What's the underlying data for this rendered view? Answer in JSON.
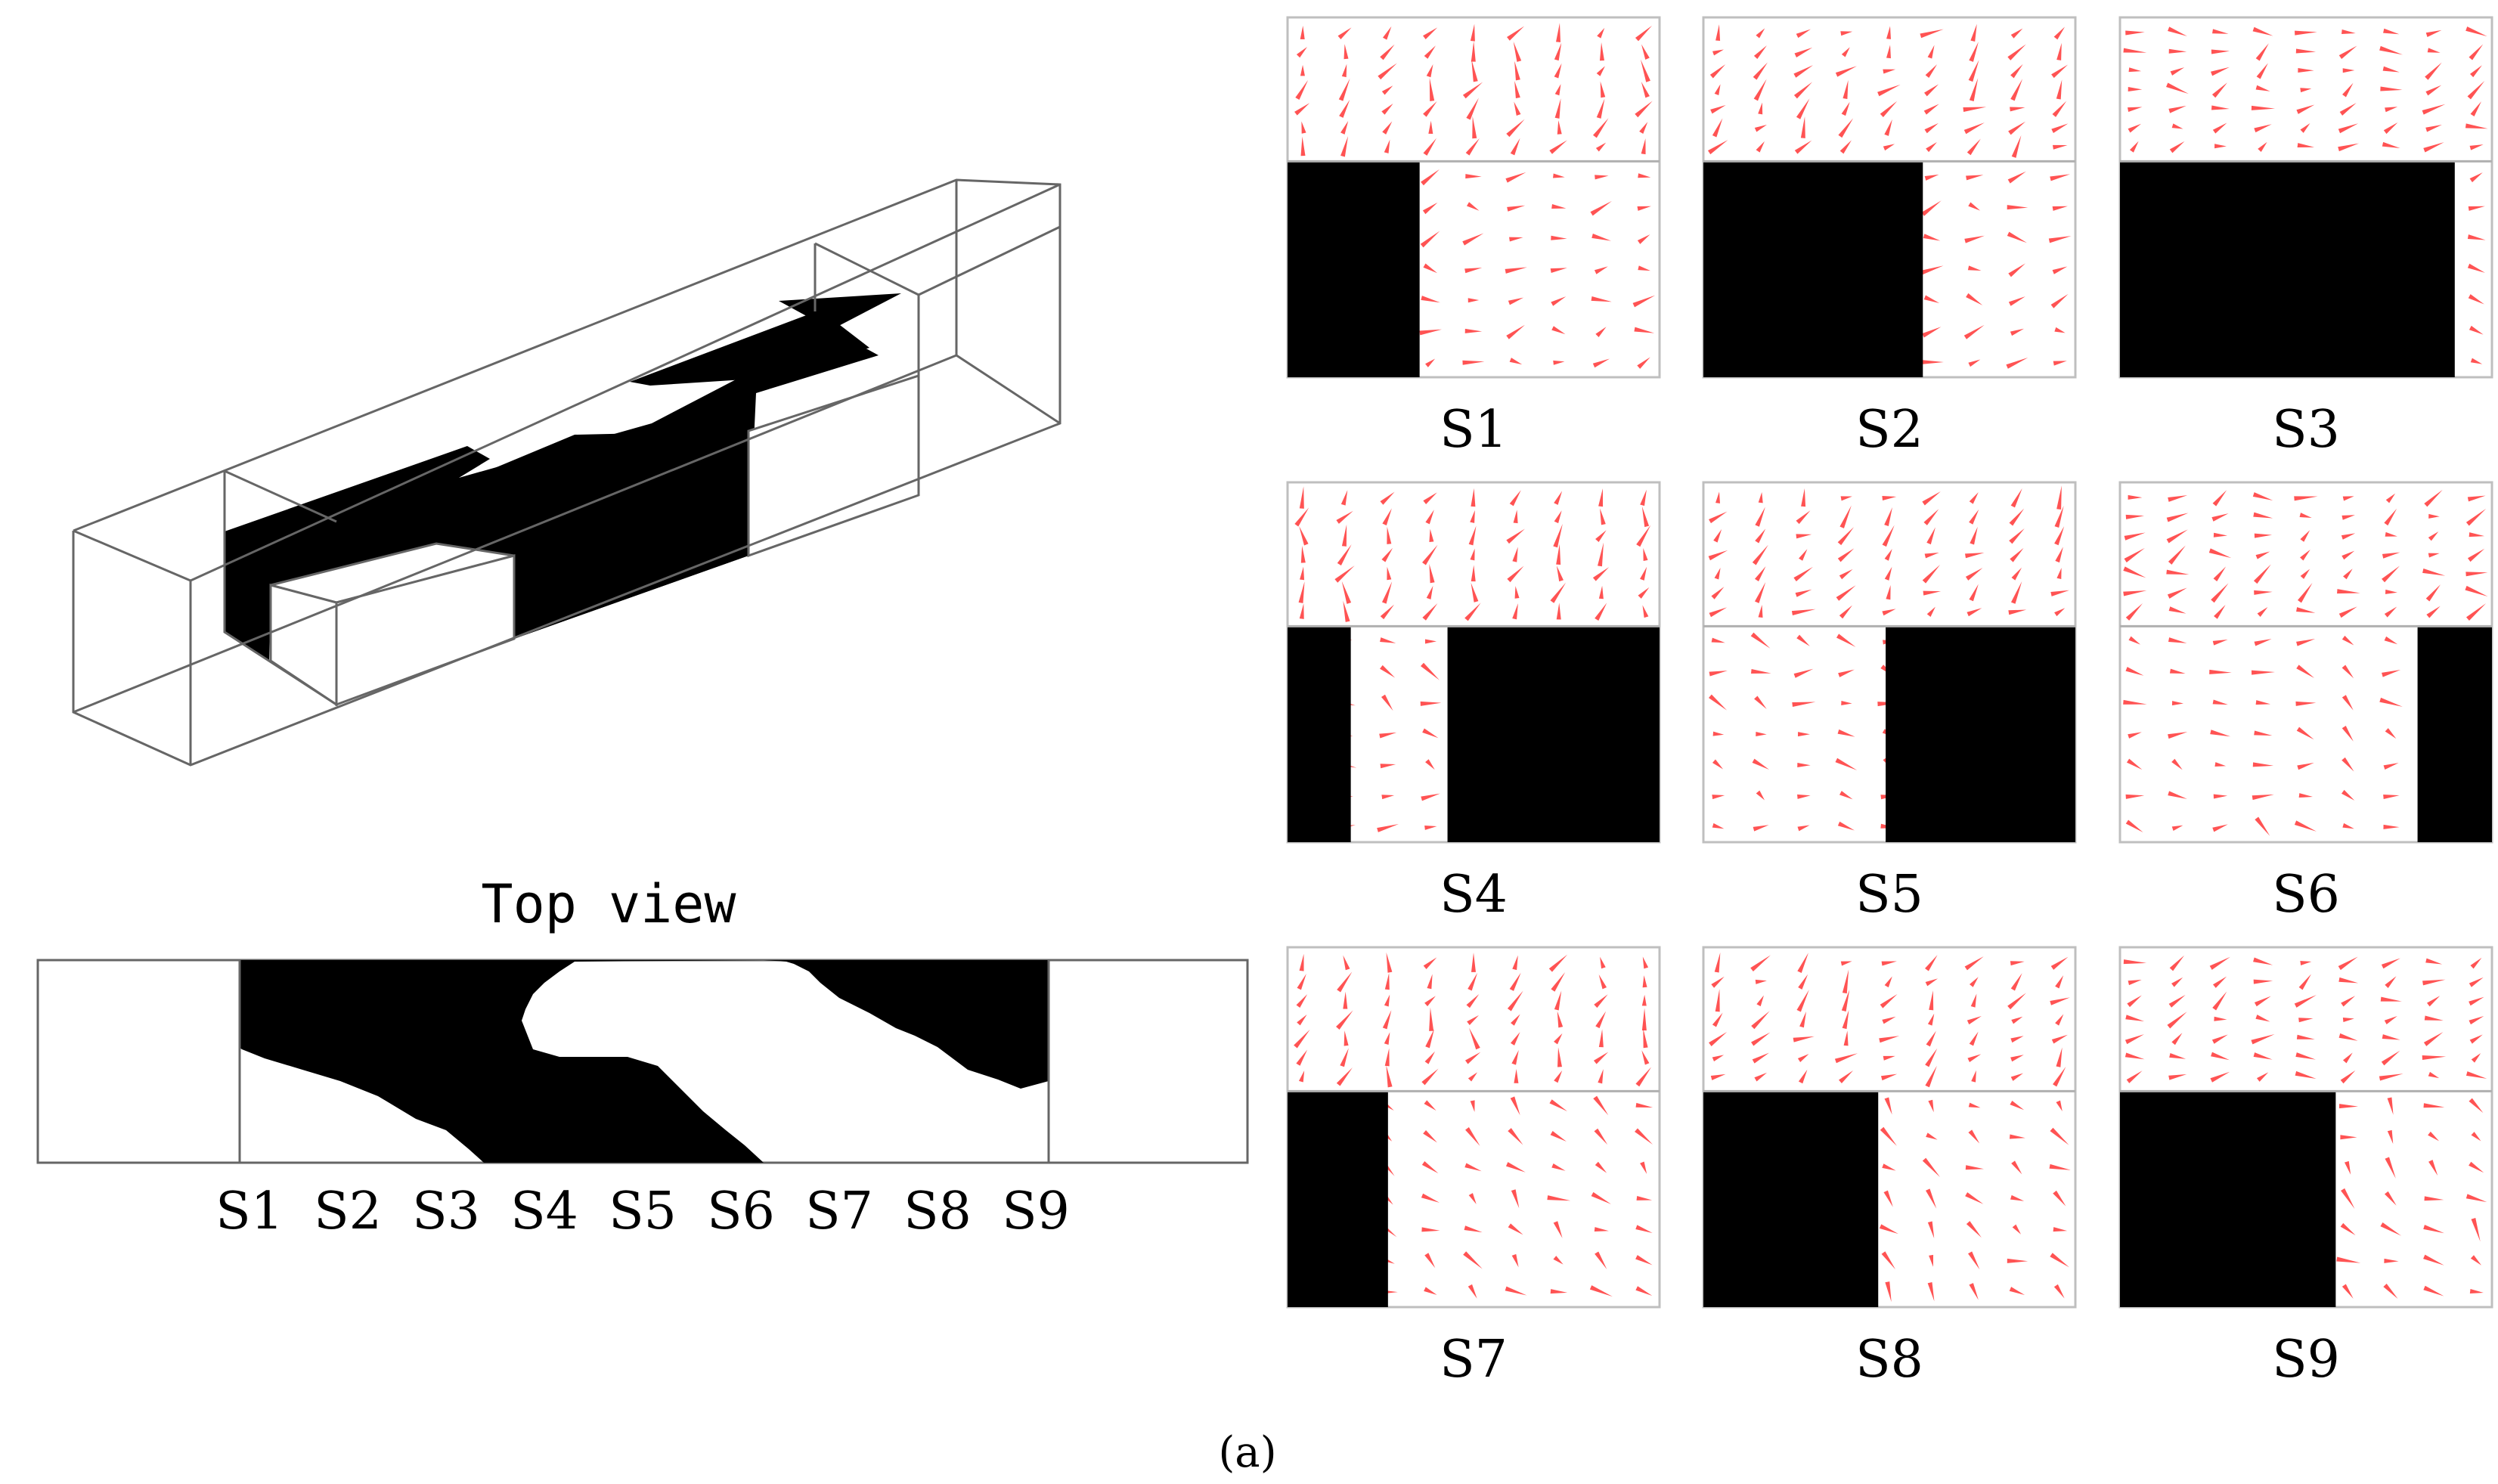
{
  "figure": {
    "top_view_title": "Top view",
    "stations": [
      "S1",
      "S2",
      "S3",
      "S4",
      "S5",
      "S6",
      "S7",
      "S8",
      "S9"
    ],
    "panel_caption": "(a)"
  },
  "sections": [
    {
      "label": "S1",
      "solid": [
        [
          0,
          0.355
        ]
      ]
    },
    {
      "label": "S2",
      "solid": [
        [
          0,
          0.59
        ]
      ]
    },
    {
      "label": "S3",
      "solid": [
        [
          0,
          0.9
        ]
      ]
    },
    {
      "label": "S4",
      "solid": [
        [
          0,
          0.17
        ],
        [
          0.43,
          1
        ]
      ]
    },
    {
      "label": "S5",
      "solid": [
        [
          0.49,
          1
        ]
      ]
    },
    {
      "label": "S6",
      "solid": [
        [
          0.8,
          1
        ]
      ]
    },
    {
      "label": "S7",
      "solid": [
        [
          0,
          0.27
        ]
      ]
    },
    {
      "label": "S8",
      "solid": [
        [
          0,
          0.47
        ]
      ]
    },
    {
      "label": "S9",
      "solid": [
        [
          0,
          0.58
        ]
      ]
    }
  ],
  "colors": {
    "solid": "#000000",
    "vector": "#ff1a1a",
    "frame": "#7f7f7f",
    "interface": "#b0b0b0"
  }
}
